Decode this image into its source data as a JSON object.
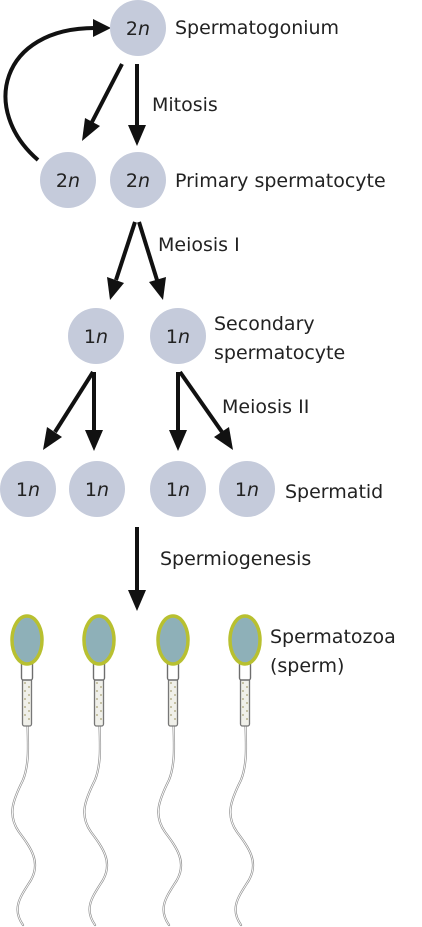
{
  "stages": {
    "spermatogonium": "Spermatogonium",
    "primary": "Primary spermatocyte",
    "secondary_line1": "Secondary",
    "secondary_line2": "spermatocyte",
    "spermatid": "Spermatid",
    "spermatozoa_line1": "Spermatozoa",
    "spermatozoa_line2": "(sperm)"
  },
  "processes": {
    "mitosis": "Mitosis",
    "meiosis1": "Meiosis I",
    "meiosis2": "Meiosis II",
    "spermiogenesis": "Spermiogenesis"
  },
  "cells": {
    "spermatogonium": {
      "count": "2",
      "var": "n"
    },
    "primary_left": {
      "count": "2",
      "var": "n"
    },
    "primary_right": {
      "count": "2",
      "var": "n"
    },
    "secondary_left": {
      "count": "1",
      "var": "n"
    },
    "secondary_right": {
      "count": "1",
      "var": "n"
    },
    "spermatid_1": {
      "count": "1",
      "var": "n"
    },
    "spermatid_2": {
      "count": "1",
      "var": "n"
    },
    "spermatid_3": {
      "count": "1",
      "var": "n"
    },
    "spermatid_4": {
      "count": "1",
      "var": "n"
    }
  },
  "colors": {
    "cell_fill": "#c5cbdb",
    "arrow": "#111111",
    "sperm_head": "#8eb0b8",
    "acrosome": "#b8c030"
  }
}
